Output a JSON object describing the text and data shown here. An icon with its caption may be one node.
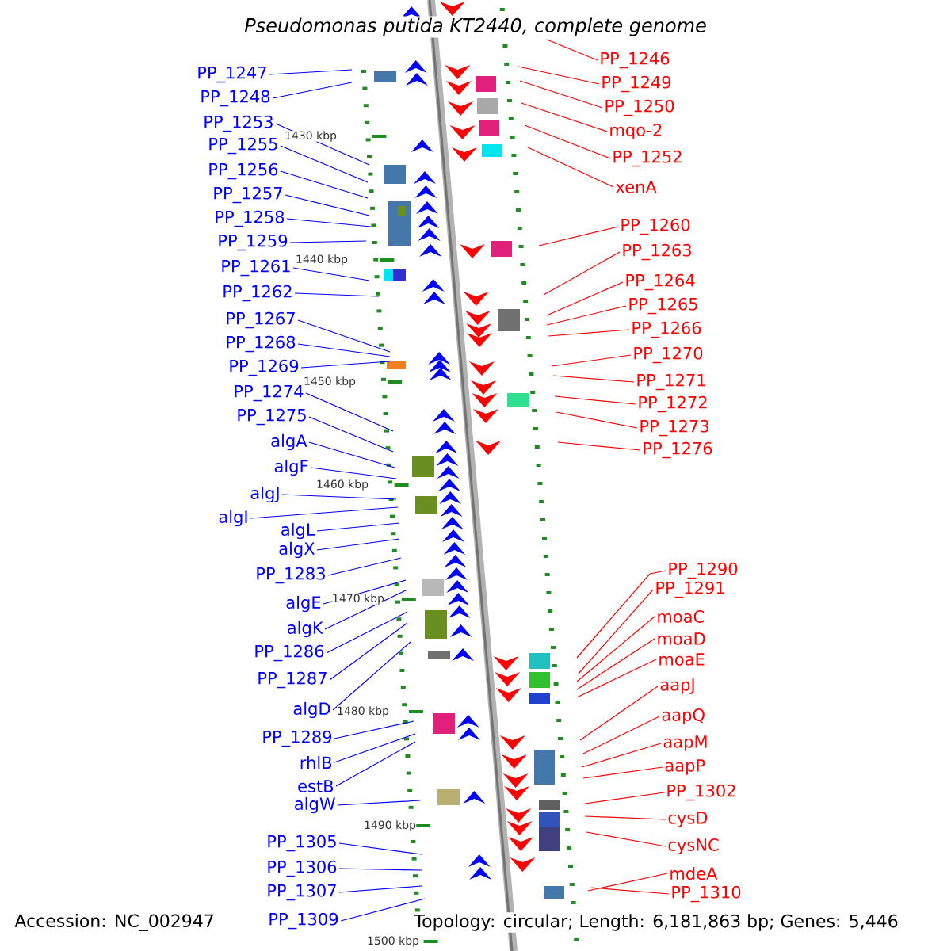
{
  "diagram": {
    "title": "*Pseudomonas putida KT2440, complete genome*",
    "nodes": [
      {
        "text": [
          "PP_1247"
        ]
      },
      {
        "text": [
          "PP_1248"
        ]
      },
      {
        "text": [
          "PP_1253"
        ]
      },
      {
        "text": [
          "PP_1255"
        ]
      },
      {
        "text": [
          "PP_1256"
        ]
      },
      {
        "text": [
          "PP_1257"
        ]
      },
      {
        "text": [
          "PP_1258"
        ]
      },
      {
        "text": [
          "PP_1259"
        ]
      },
      {
        "text": [
          "PP_1261"
        ]
      },
      {
        "text": [
          "PP_1262"
        ]
      },
      {
        "text": [
          "PP_1267"
        ]
      },
      {
        "text": [
          "PP_1268"
        ]
      },
      {
        "text": [
          "PP_1269"
        ]
      },
      {
        "text": [
          "PP_1274"
        ]
      },
      {
        "text": [
          "PP_1275"
        ]
      },
      {
        "text": [
          "algA"
        ]
      },
      {
        "text": [
          "algF"
        ]
      },
      {
        "text": [
          "algJ"
        ]
      },
      {
        "text": [
          "algI"
        ]
      },
      {
        "text": [
          "algL"
        ]
      },
      {
        "text": [
          "algX"
        ]
      },
      {
        "text": [
          "PP_1283"
        ]
      },
      {
        "text": [
          "algE"
        ]
      },
      {
        "text": [
          "algK"
        ]
      },
      {
        "text": [
          "PP_1286"
        ]
      },
      {
        "text": [
          "PP_1287"
        ]
      },
      {
        "text": [
          "algD"
        ]
      },
      {
        "text": [
          "PP_1289"
        ]
      },
      {
        "text": [
          "rhlB"
        ]
      },
      {
        "text": [
          "estB"
        ]
      },
      {
        "text": [
          "algW"
        ]
      },
      {
        "text": [
          "PP_1305"
        ]
      },
      {
        "text": [
          "PP_1306"
        ]
      },
      {
        "text": [
          "PP_1307"
        ]
      },
      {
        "text": [
          "PP_1309"
        ]
      },
      {
        "text": [
          "PP_1246"
        ]
      },
      {
        "text": [
          "PP_1249"
        ]
      },
      {
        "text": [
          "PP_1250"
        ]
      },
      {
        "text": [
          "mqo-2"
        ]
      },
      {
        "text": [
          "PP_1252"
        ]
      },
      {
        "text": [
          "xenA"
        ]
      },
      {
        "text": [
          "PP_1260"
        ]
      },
      {
        "text": [
          "PP_1263"
        ]
      },
      {
        "text": [
          "PP_1264"
        ]
      },
      {
        "text": [
          "PP_1265"
        ]
      },
      {
        "text": [
          "PP_1266"
        ]
      },
      {
        "text": [
          "PP_1270"
        ]
      },
      {
        "text": [
          "PP_1271"
        ]
      },
      {
        "text": [
          "PP_1272"
        ]
      },
      {
        "text": [
          "PP_1273"
        ]
      },
      {
        "text": [
          "PP_1276"
        ]
      },
      {
        "text": [
          "PP_1290"
        ]
      },
      {
        "text": [
          "PP_1291"
        ]
      },
      {
        "text": [
          "moaC"
        ]
      },
      {
        "text": [
          "moaD"
        ]
      },
      {
        "text": [
          "moaE"
        ]
      },
      {
        "text": [
          "aapJ"
        ]
      },
      {
        "text": [
          "aapQ"
        ]
      },
      {
        "text": [
          "aapM"
        ]
      },
      {
        "text": [
          "aapP"
        ]
      },
      {
        "text": [
          "PP_1302"
        ]
      },
      {
        "text": [
          "cysD"
        ]
      },
      {
        "text": [
          "cysNC"
        ]
      },
      {
        "text": [
          "mdeA"
        ]
      },
      {
        "text": [
          "PP_1310"
        ]
      }
    ],
    "edges": [
      {
        "from": 0,
        "to": null,
        "arrow": "none"
      },
      {
        "from": 1,
        "to": null,
        "arrow": "none"
      },
      {
        "from": 2,
        "to": null,
        "arrow": "none"
      },
      {
        "from": 3,
        "to": null,
        "arrow": "none"
      },
      {
        "from": 4,
        "to": null,
        "arrow": "none"
      },
      {
        "from": 5,
        "to": null,
        "arrow": "none"
      },
      {
        "from": 6,
        "to": null,
        "arrow": "none"
      },
      {
        "from": 7,
        "to": null,
        "arrow": "none"
      },
      {
        "from": 8,
        "to": null,
        "arrow": "none"
      },
      {
        "from": 9,
        "to": null,
        "arrow": "none"
      },
      {
        "from": 10,
        "to": null,
        "arrow": "none"
      },
      {
        "from": 11,
        "to": null,
        "arrow": "none"
      },
      {
        "from": 12,
        "to": null,
        "arrow": "none"
      },
      {
        "from": 13,
        "to": null,
        "arrow": "none"
      },
      {
        "from": 14,
        "to": null,
        "arrow": "none"
      },
      {
        "from": 15,
        "to": null,
        "arrow": "none"
      },
      {
        "from": 16,
        "to": null,
        "arrow": "none"
      },
      {
        "from": 17,
        "to": null,
        "arrow": "none"
      },
      {
        "from": 18,
        "to": null,
        "arrow": "none"
      },
      {
        "from": 19,
        "to": null,
        "arrow": "none"
      },
      {
        "from": 20,
        "to": null,
        "arrow": "none"
      },
      {
        "from": 21,
        "to": null,
        "arrow": "none"
      },
      {
        "from": 22,
        "to": null,
        "arrow": "none"
      },
      {
        "from": 23,
        "to": null,
        "arrow": "none"
      },
      {
        "from": 24,
        "to": null,
        "arrow": "none"
      },
      {
        "from": 25,
        "to": null,
        "arrow": "none"
      },
      {
        "from": 26,
        "to": null,
        "arrow": "none"
      },
      {
        "from": 27,
        "to": null,
        "arrow": "none"
      },
      {
        "from": 28,
        "to": null,
        "arrow": "none"
      },
      {
        "from": 29,
        "to": null,
        "arrow": "none"
      },
      {
        "from": 30,
        "to": null,
        "arrow": "none"
      },
      {
        "from": 31,
        "to": null,
        "arrow": "none"
      },
      {
        "from": 32,
        "to": null,
        "arrow": "none"
      },
      {
        "from": 33,
        "to": null,
        "arrow": "none"
      },
      {
        "from": 34,
        "to": null,
        "arrow": "none"
      },
      {
        "from": 35,
        "to": null,
        "arrow": "none",
        "color": "#ff0000"
      },
      {
        "from": 36,
        "to": null,
        "arrow": "none",
        "color": "#ff0000"
      },
      {
        "from": 37,
        "to": null,
        "arrow": "none",
        "color": "#ff0000"
      },
      {
        "from": 38,
        "to": null,
        "arrow": "none",
        "color": "#ff0000"
      },
      {
        "from": 39,
        "to": null,
        "arrow": "none",
        "color": "#ff0000"
      },
      {
        "from": 40,
        "to": null,
        "arrow": "none",
        "color": "#ff0000"
      },
      {
        "from": 41,
        "to": null,
        "arrow": "none",
        "color": "#ff0000"
      },
      {
        "from": 42,
        "to": null,
        "arrow": "none",
        "color": "#ff0000"
      },
      {
        "from": 43,
        "to": null,
        "arrow": "none",
        "color": "#ff0000"
      },
      {
        "from": 44,
        "to": null,
        "arrow": "none",
        "color": "#ff0000"
      },
      {
        "from": 45,
        "to": null,
        "arrow": "none",
        "color": "#ff0000"
      },
      {
        "from": 46,
        "to": null,
        "arrow": "none",
        "color": "#ff0000"
      },
      {
        "from": 47,
        "to": null,
        "arrow": "none",
        "color": "#ff0000"
      },
      {
        "from": 48,
        "to": null,
        "arrow": "none",
        "color": "#ff0000"
      },
      {
        "from": 49,
        "to": null,
        "arrow": "none",
        "color": "#ff0000"
      },
      {
        "from": 50,
        "to": null,
        "arrow": "none",
        "color": "#ff0000"
      },
      {
        "from": 51,
        "to": null,
        "arrow": "none",
        "color": "#ff0000"
      },
      {
        "from": 52,
        "to": null,
        "arrow": "none",
        "color": "#ff0000"
      },
      {
        "from": 53,
        "to": null,
        "arrow": "none",
        "color": "#ff0000"
      },
      {
        "from": 54,
        "to": null,
        "arrow": "none",
        "color": "#ff0000"
      },
      {
        "from": 55,
        "to": null,
        "arrow": "none",
        "color": "#ff0000"
      },
      {
        "from": 56,
        "to": null,
        "arrow": "none",
        "color": "#ff0000"
      },
      {
        "from": 57,
        "to": null,
        "arrow": "none",
        "color": "#ff0000"
      },
      {
        "from": 58,
        "to": null,
        "arrow": "none",
        "color": "#ff0000"
      },
      {
        "from": 59,
        "to": null,
        "arrow": "none",
        "color": "#ff0000"
      },
      {
        "from": 60,
        "to": null,
        "arrow": "none",
        "color": "#ff0000"
      },
      {
        "from": 61,
        "to": null,
        "arrow": "none",
        "color": "#ff0000"
      },
      {
        "from": 62,
        "to": null,
        "arrow": "none",
        "color": "#ff0000"
      },
      {
        "from": 63,
        "to": null,
        "arrow": "none",
        "color": "#ff0000"
      },
      {
        "from": 64,
        "to": null,
        "arrow": "none",
        "color": "#ff0000"
      }
    ],
    "labels": [
      "1430 kbp",
      "1440 kbp",
      "1450 kbp",
      "1460 kbp",
      "1470 kbp",
      "1480 kbp",
      "1490 kbp",
      "1500 kbp",
      "Accession: NC_002947",
      "Topology: circular; Length: 6,181,863 bp; Genes: 5,446"
    ]
  }
}
